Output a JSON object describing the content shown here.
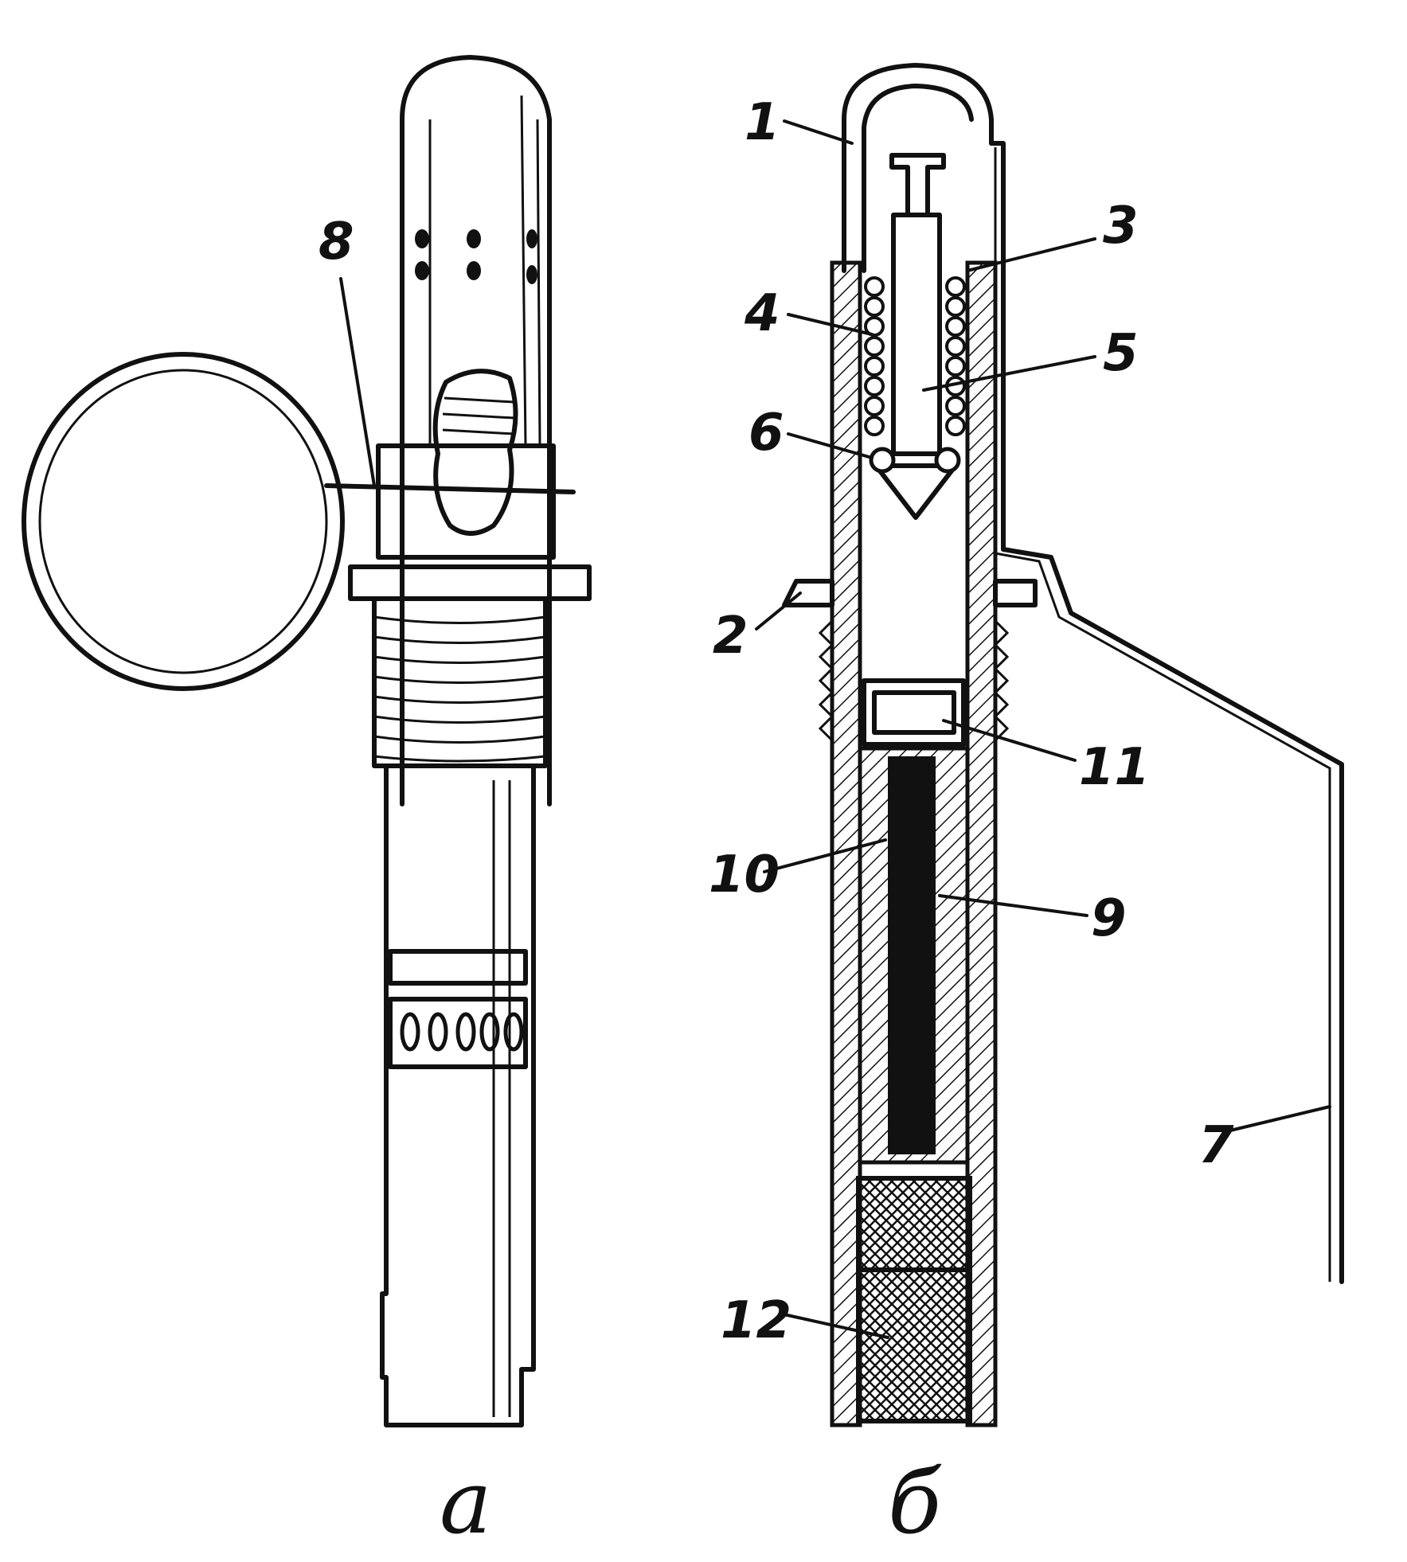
{
  "figure": {
    "view_a": {
      "caption": "а",
      "labels": [
        "8"
      ]
    },
    "view_b": {
      "caption": "б",
      "labels": [
        "1",
        "2",
        "3",
        "4",
        "5",
        "6",
        "7",
        "9",
        "10",
        "11",
        "12"
      ]
    }
  }
}
